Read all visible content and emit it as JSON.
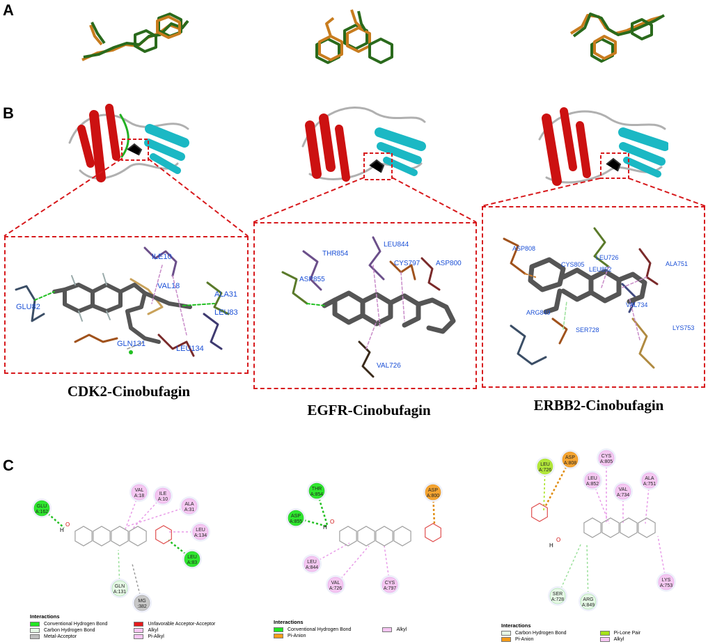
{
  "panels": {
    "a": "A",
    "b": "B",
    "c": "C"
  },
  "complexes": [
    {
      "caption": "CDK2-Cinobufagin",
      "residues_3d": [
        "ILE10",
        "VAL18",
        "ALA31",
        "LEU83",
        "GLU82",
        "GLN131",
        "LEU134"
      ],
      "residues_2d": [
        {
          "name": "GLU",
          "chain": "A:162",
          "type": "hbond"
        },
        {
          "name": "VAL",
          "chain": "A:18",
          "type": "alkyl"
        },
        {
          "name": "ILE",
          "chain": "A:10",
          "type": "alkyl"
        },
        {
          "name": "ALA",
          "chain": "A:31",
          "type": "alkyl"
        },
        {
          "name": "LEU",
          "chain": "A:134",
          "type": "alkyl"
        },
        {
          "name": "LEU",
          "chain": "A:83",
          "type": "hbond"
        },
        {
          "name": "GLN",
          "chain": "A:131",
          "type": "chb"
        },
        {
          "name": "MG",
          "chain": ":382",
          "type": "metal"
        }
      ],
      "legend": {
        "title": "Interactions",
        "items": [
          {
            "label": "Conventional Hydrogen Bond",
            "color": "#22e622"
          },
          {
            "label": "Unfavorable Acceptor-Acceptor",
            "color": "#e41a1c"
          },
          {
            "label": "Carbon Hydrogen Bond",
            "color": "#e6f8e6"
          },
          {
            "label": "Alkyl",
            "color": "#f7c6f3"
          },
          {
            "label": "Metal-Acceptor",
            "color": "#bdbdbd"
          },
          {
            "label": "Pi-Alkyl",
            "color": "#f7c6f3"
          }
        ]
      }
    },
    {
      "caption": "EGFR-Cinobufagin",
      "residues_3d": [
        "THR854",
        "LEU844",
        "CYS797",
        "ASP800",
        "ASP855",
        "VAL726"
      ],
      "residues_2d": [
        {
          "name": "THR",
          "chain": "A:854",
          "type": "hbond"
        },
        {
          "name": "ASP",
          "chain": "A:855",
          "type": "hbond"
        },
        {
          "name": "ASP",
          "chain": "A:800",
          "type": "anion"
        },
        {
          "name": "LEU",
          "chain": "A:844",
          "type": "alkyl"
        },
        {
          "name": "VAL",
          "chain": "A:726",
          "type": "alkyl"
        },
        {
          "name": "CYS",
          "chain": "A:797",
          "type": "alkyl"
        }
      ],
      "legend": {
        "title": "Interactions",
        "items": [
          {
            "label": "Conventional Hydrogen Bond",
            "color": "#22e622"
          },
          {
            "label": "Alkyl",
            "color": "#f7c6f3"
          },
          {
            "label": "Pi-Anion",
            "color": "#f59c1a"
          }
        ]
      }
    },
    {
      "caption": "ERBB2-Cinobufagin",
      "residues_3d": [
        "ASP808",
        "CYS805",
        "LEU726",
        "LEU852",
        "ALA751",
        "VAL734",
        "ARG849",
        "SER728",
        "LYS753"
      ],
      "residues_2d": [
        {
          "name": "LEU",
          "chain": "A:726",
          "type": "lonepair"
        },
        {
          "name": "ASP",
          "chain": "A:808",
          "type": "anion"
        },
        {
          "name": "CYS",
          "chain": "A:805",
          "type": "alkyl"
        },
        {
          "name": "LEU",
          "chain": "A:852",
          "type": "alkyl"
        },
        {
          "name": "ALA",
          "chain": "A:751",
          "type": "alkyl"
        },
        {
          "name": "VAL",
          "chain": "A:734",
          "type": "alkyl"
        },
        {
          "name": "LYS",
          "chain": "A:753",
          "type": "alkyl"
        },
        {
          "name": "SER",
          "chain": "A:728",
          "type": "chb"
        },
        {
          "name": "ARG",
          "chain": "A:849",
          "type": "chb"
        }
      ],
      "legend": {
        "title": "Interactions",
        "items": [
          {
            "label": "Carbon Hydrogen Bond",
            "color": "#e6f8e6"
          },
          {
            "label": "Pi-Lone Pair",
            "color": "#a5e21a"
          },
          {
            "label": "Pi-Anion",
            "color": "#f59c1a"
          },
          {
            "label": "Alkyl",
            "color": "#f7c6f3"
          }
        ]
      }
    }
  ],
  "atoms": {
    "h": "H",
    "o": "O"
  },
  "colors": {
    "accent_red": "#d7191c",
    "helix": "#cc1111",
    "sheet": "#1bb8c4",
    "coil": "#b0b0b0",
    "ligand_green": "#2a6a1c",
    "ligand_orange": "#c87c1e",
    "label_blue": "#1a4fd6"
  }
}
